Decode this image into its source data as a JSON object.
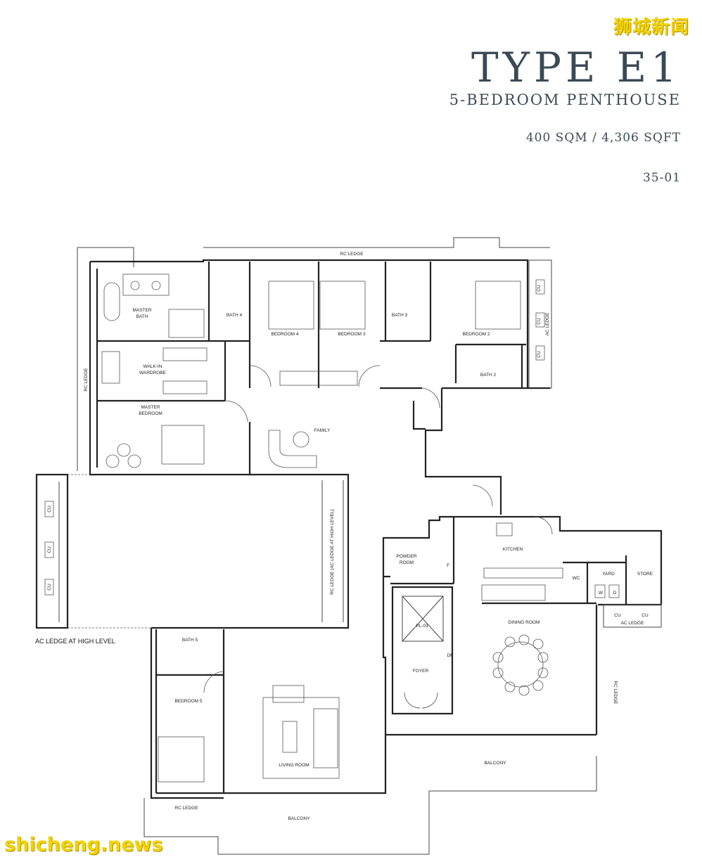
{
  "watermark_top": "狮城新闻",
  "watermark_bottom": "shicheng.news",
  "header": {
    "title": "TYPE E1",
    "subtitle": "5-BEDROOM PENTHOUSE",
    "area": "400 SQM / 4,306 SQFT",
    "unit_no": "35-01"
  },
  "labels": {
    "rc_ledge_top": "RC LEDGE",
    "rc_ledge_left": "RC LEDGE",
    "master_bath": "MASTER\nBATH",
    "bath4": "BATH 4",
    "bedroom4": "BEDROOM 4",
    "bedroom3": "BEDROOM 3",
    "bath3": "BATH 3",
    "bedroom2": "BEDROOM 2",
    "bath2": "BATH 2",
    "ac_ledge_right": "AC LEDGE",
    "cu": "CU",
    "walkin": "WALK-IN\nWARDROBE",
    "master_bedroom": "MASTER\nBEDROOM",
    "family": "FAMILY",
    "rc_ledge_mid": "RC LEDGE (AC LEDGE AT HIGH LEVEL)",
    "ac_ledge_high": "AC LEDGE AT HIGH LEVEL",
    "kitchen": "KITCHEN",
    "powder_room": "POWDER\nROOM",
    "f": "F",
    "yard": "YARD",
    "store": "STORE",
    "wc": "WC",
    "w": "W",
    "d": "D",
    "ac_ledge_bottom": "AC LEDGE",
    "pl03": "PL-03",
    "db": "DB",
    "foyer": "FOYER",
    "dining_room": "DINING ROOM",
    "rc_ledge_right": "RC LEDGE",
    "bath5": "BATH 5",
    "bedroom5": "BEDROOM 5",
    "living_room": "LIVING ROOM",
    "balcony_right": "BALCONY",
    "rc_ledge_bottom": "RC LEDGE",
    "balcony_bottom": "BALCONY"
  }
}
